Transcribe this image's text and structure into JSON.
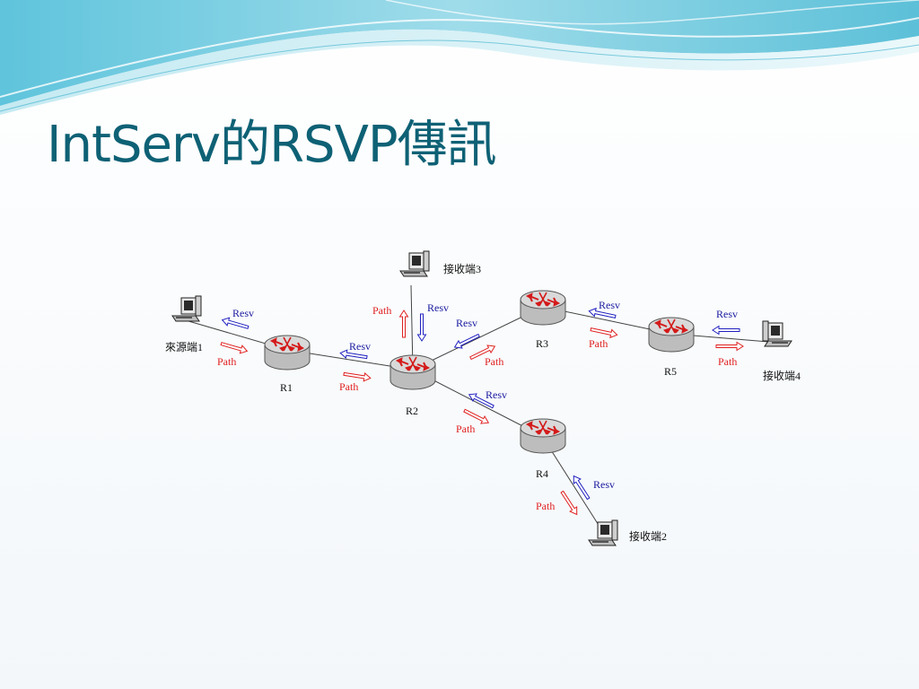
{
  "slide": {
    "title": "IntServ的RSVP傳訊"
  },
  "diagram": {
    "routers": [
      {
        "id": "R1",
        "label": "R1"
      },
      {
        "id": "R2",
        "label": "R2"
      },
      {
        "id": "R3",
        "label": "R3"
      },
      {
        "id": "R4",
        "label": "R4"
      },
      {
        "id": "R5",
        "label": "R5"
      }
    ],
    "hosts": [
      {
        "id": "src1",
        "label": "來源端1"
      },
      {
        "id": "rcv3",
        "label": "接收端3"
      },
      {
        "id": "rcv4",
        "label": "接收端4"
      },
      {
        "id": "rcv2",
        "label": "接收端2"
      }
    ],
    "message_labels": {
      "path": "Path",
      "resv": "Resv"
    },
    "links": [
      {
        "from": "src1",
        "to": "R1"
      },
      {
        "from": "R1",
        "to": "R2"
      },
      {
        "from": "R2",
        "to": "rcv3"
      },
      {
        "from": "R2",
        "to": "R3"
      },
      {
        "from": "R3",
        "to": "R5"
      },
      {
        "from": "R5",
        "to": "rcv4"
      },
      {
        "from": "R2",
        "to": "R4"
      },
      {
        "from": "R4",
        "to": "rcv2"
      }
    ],
    "colors": {
      "path": "#e02020",
      "resv": "#2020c0",
      "title": "#0e6175"
    },
    "icons": {
      "router": "router-icon",
      "host": "computer-icon"
    }
  }
}
